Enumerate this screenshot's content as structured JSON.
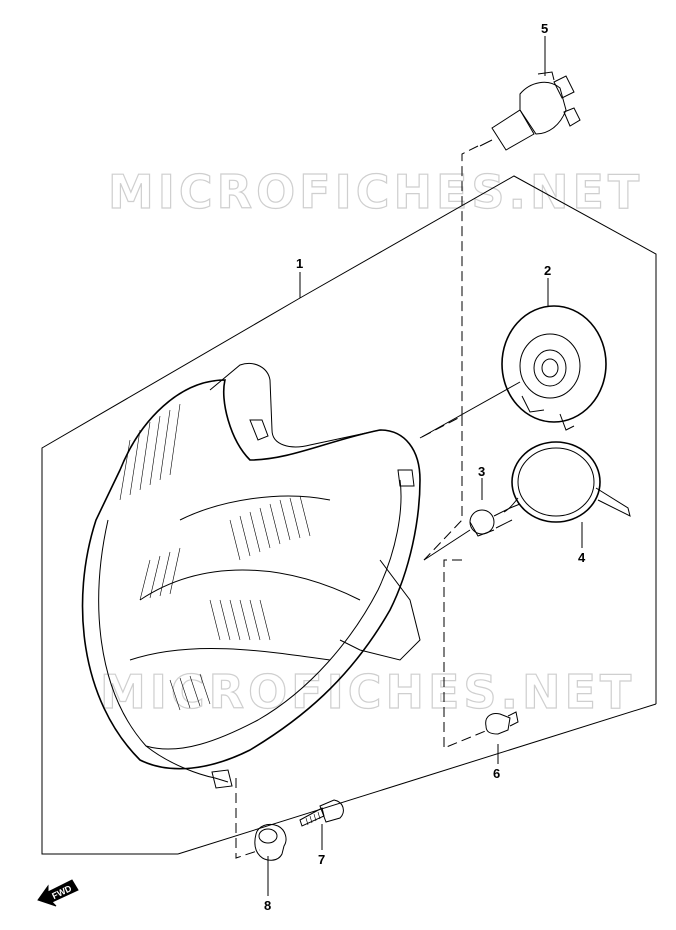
{
  "watermark": {
    "top": "MICROFICHES.NET",
    "bottom": "MICROFICHES.NET"
  },
  "callouts": {
    "c1": "1",
    "c2": "2",
    "c3": "3",
    "c4": "4",
    "c5": "5",
    "c6": "6",
    "c7": "7",
    "c8": "8"
  },
  "fwd_label": "FWD"
}
